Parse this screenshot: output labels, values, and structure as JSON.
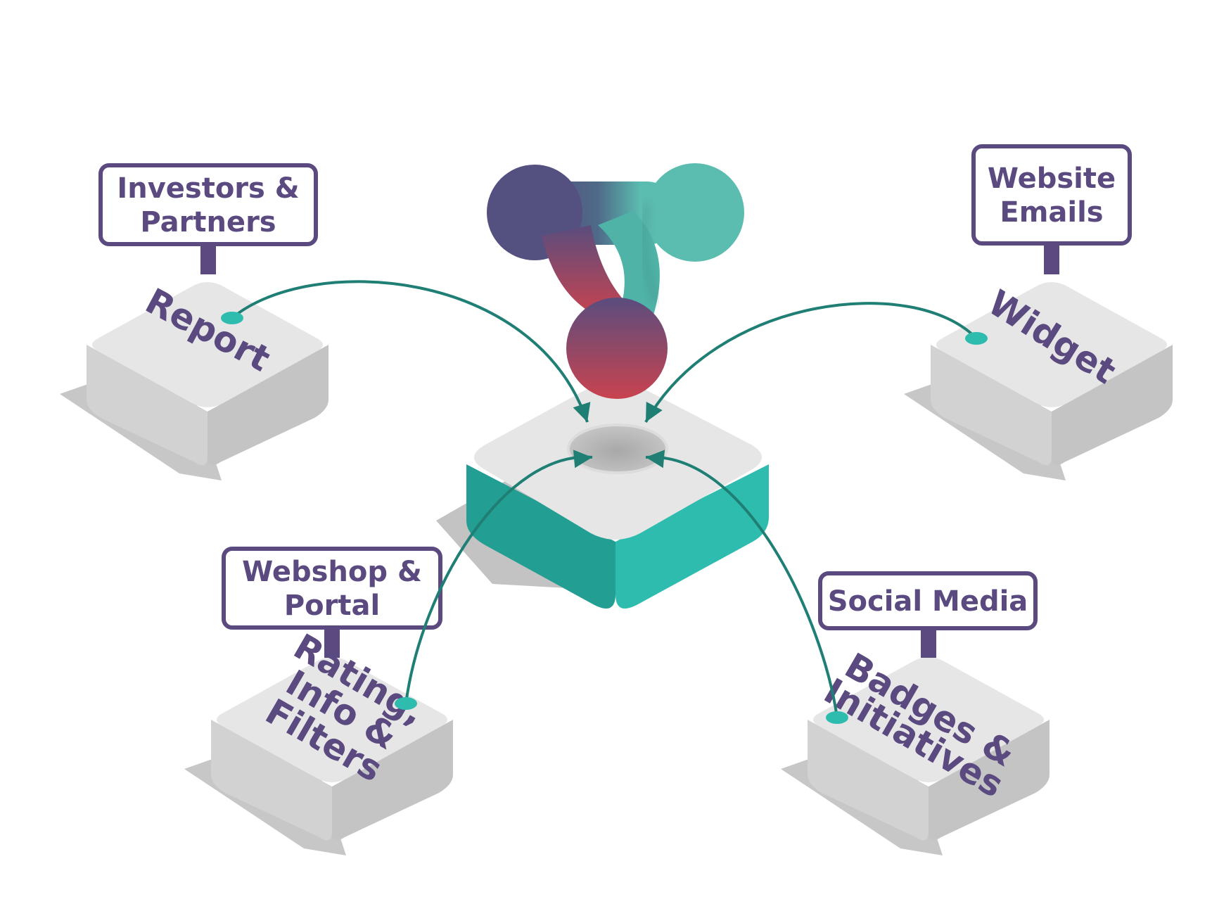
{
  "colors": {
    "label": "#5a4a80",
    "teal": "#2ebcae",
    "teal_dark": "#239e93",
    "arrow": "#1f7f74",
    "block_top": "#e6e6e6",
    "block_left": "#d2d2d2",
    "block_right": "#c4c4c4",
    "shadow": "#bdbdbd",
    "logo_purple": "#545080",
    "logo_teal": "#5bbcb0",
    "logo_red": "#c9434f"
  },
  "hub": {
    "icon": "three-circle-logo-icon"
  },
  "nodes": [
    {
      "id": "report",
      "sign_lines": [
        "Investors &",
        "Partners"
      ],
      "block_lines": [
        "Report"
      ]
    },
    {
      "id": "widget",
      "sign_lines": [
        "Website",
        "Emails"
      ],
      "block_lines": [
        "Widget"
      ]
    },
    {
      "id": "rating",
      "sign_lines": [
        "Webshop &",
        "Portal"
      ],
      "block_lines": [
        "Rating,",
        "Info &",
        "Filters"
      ]
    },
    {
      "id": "badges",
      "sign_lines": [
        "Social Media"
      ],
      "block_lines": [
        "Badges &",
        "Initiatives"
      ]
    }
  ]
}
